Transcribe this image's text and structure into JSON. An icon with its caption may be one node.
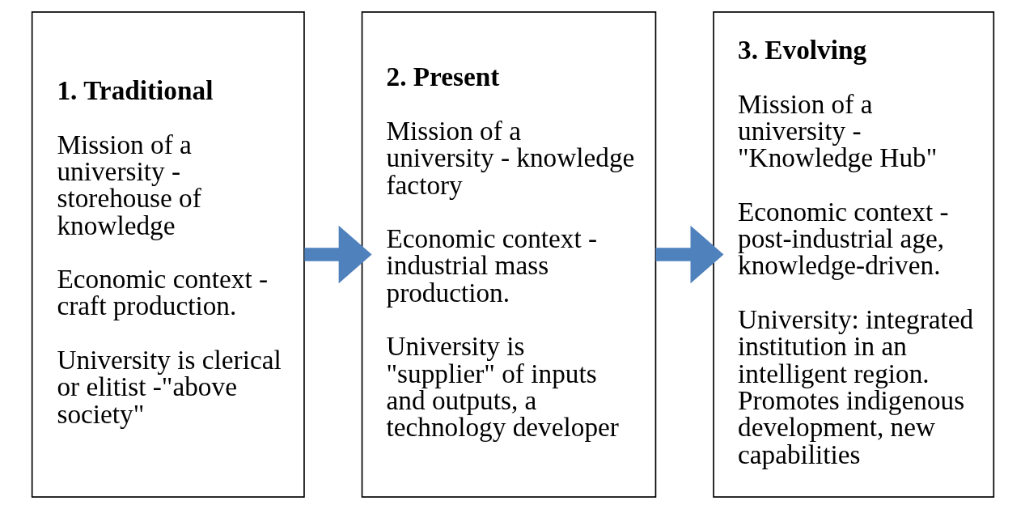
{
  "diagram": {
    "nodes": [
      {
        "text": [
          "1. Traditional",
          "Mission of a university - storehouse of knowledge",
          "Economic context - craft production.",
          "University is clerical or elitist -\"above society\""
        ]
      },
      {
        "text": [
          "2. Present",
          "Mission of a university - knowledge factory",
          "Economic context - industrial mass production.",
          "University is \"supplier\" of inputs and outputs, a technology developer"
        ]
      },
      {
        "text": [
          "3. Evolving",
          "Mission of a university - \"Knowledge Hub\"",
          "Economic context - post-industrial age, knowledge-driven.",
          "University: integrated institution in an intelligent region. Promotes indigenous development, new capabilities"
        ]
      }
    ],
    "edges": [
      {
        "from": 0,
        "to": 1,
        "arrow": "to"
      },
      {
        "from": 1,
        "to": 2,
        "arrow": "to"
      }
    ]
  }
}
